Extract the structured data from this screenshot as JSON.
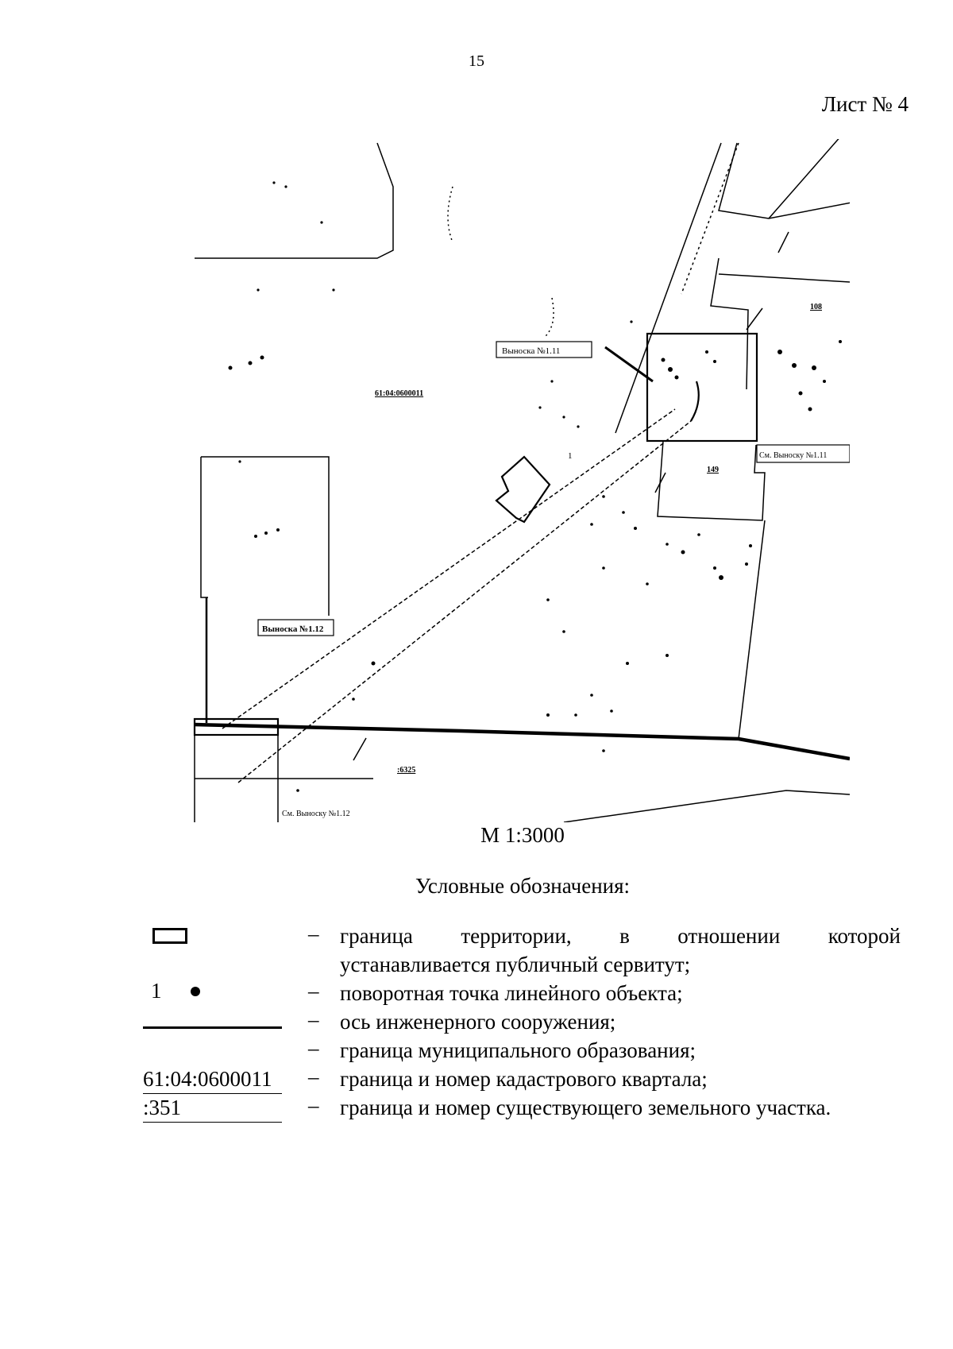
{
  "header": {
    "page_number": "15",
    "sheet_label": "Лист № 4"
  },
  "map": {
    "callout_11": "Выноска №1.11",
    "callout_12": "Выноска №1.12",
    "see_callout_11": "См. Выноску №1.11",
    "see_callout_12": "См. Выноску №1.12",
    "quarter_number": "61:04:0600011",
    "parcel_108": "108",
    "parcel_149": "149",
    "parcel_6325": ":6325",
    "point_1": "1"
  },
  "scale": "М 1:3000",
  "legend": {
    "title": "Условные обозначения:",
    "dash": "–",
    "items": [
      {
        "desc_line1": "граница территории, в отношении которой",
        "desc_line2": "устанавливается публичный сервитут;"
      },
      {
        "symbol_text": "1",
        "desc": "поворотная точка линейного объекта;"
      },
      {
        "desc": "ось инженерного сооружения;"
      },
      {
        "desc": "граница муниципального образования;"
      },
      {
        "symbol_text_1": "61:04:0600011",
        "desc": "граница и номер кадастрового квартала;"
      },
      {
        "symbol_text_2": ":351",
        "desc": "граница и номер существующего земельного участка."
      }
    ]
  }
}
